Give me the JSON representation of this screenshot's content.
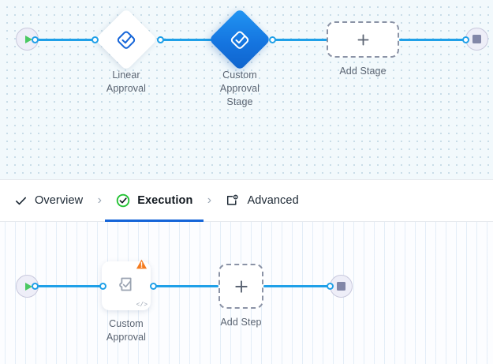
{
  "app": {
    "accent_blue": "#1565d8",
    "edge_blue": "#1fa0e8",
    "stage_node_blue": "#1575e0",
    "success_green": "#25c335",
    "warning_orange": "#f57c1f",
    "play_green": "#4bc862",
    "stop_gray": "#8287a8"
  },
  "stage_canvas": {
    "name": "stage-flow-canvas",
    "background": "#f2f9fc",
    "grid": "dots",
    "start_node": {
      "label": "",
      "icon": "play-icon"
    },
    "end_node": {
      "label": "",
      "icon": "stop-icon"
    },
    "nodes": [
      {
        "id": "linear-approval",
        "label": "Linear Approval",
        "shape": "diamond",
        "state": "default",
        "icon": "approval-check-icon"
      },
      {
        "id": "custom-approval-stage",
        "label": "Custom\nApproval Stage",
        "shape": "diamond",
        "state": "selected",
        "icon": "approval-check-icon"
      }
    ],
    "add_placeholder": {
      "label": "Add Stage",
      "icon": "plus-icon"
    }
  },
  "tabs": {
    "name": "wizard-tabs",
    "separator": "›",
    "items": [
      {
        "id": "overview",
        "label": "Overview",
        "icon": "check-icon",
        "active": false
      },
      {
        "id": "execution",
        "label": "Execution",
        "icon": "check-circle-icon",
        "active": true
      },
      {
        "id": "advanced",
        "label": "Advanced",
        "icon": "window-gear-icon",
        "active": false
      }
    ]
  },
  "step_canvas": {
    "name": "step-flow-canvas",
    "background": "#fcfdff",
    "grid": "dashed-vertical-lines",
    "start_node": {
      "label": "",
      "icon": "play-icon"
    },
    "end_node": {
      "label": "",
      "icon": "stop-icon"
    },
    "nodes": [
      {
        "id": "custom-approval",
        "label": "Custom\nApproval",
        "shape": "rounded-square",
        "icon": "custom-approval-icon",
        "badge": "warning-icon",
        "corner_glyph": "</>"
      }
    ],
    "add_placeholder": {
      "label": "Add Step",
      "icon": "plus-icon"
    }
  }
}
